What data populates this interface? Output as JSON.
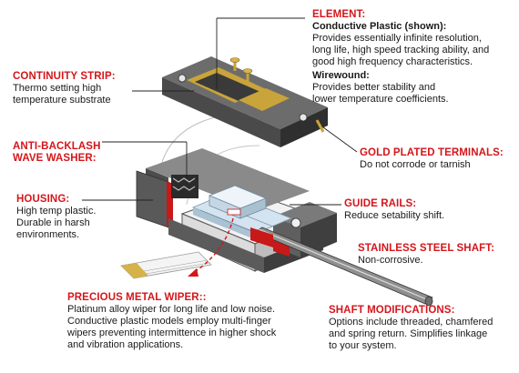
{
  "colors": {
    "heading_red": "#d4161b",
    "housing_gray": "#6f6f6f",
    "housing_dark": "#3c3c3c",
    "gold": "#c9a43a",
    "insert_blue": "#cfe0ee",
    "text": "#1a1a1a"
  },
  "callouts": {
    "element": {
      "title": "ELEMENT:",
      "conductive_title": "Conductive Plastic (shown):",
      "conductive_body": [
        "Provides essentially infinite resolution,",
        "long life, high speed tracking ability, and",
        "good high frequency characteristics."
      ],
      "wirewound_title": "Wirewound:",
      "wirewound_body": [
        "Provides better stability and",
        "lower temperature coefficients."
      ]
    },
    "continuity_strip": {
      "title": "CONTINUITY STRIP:",
      "body": [
        "Thermo setting high",
        "temperature substrate"
      ]
    },
    "anti_backlash": {
      "title_lines": [
        "ANTI-BACKLASH",
        "WAVE WASHER:"
      ]
    },
    "gold_terminals": {
      "title": "GOLD PLATED TERMINALS:",
      "body": [
        "Do not corrode or tarnish"
      ]
    },
    "housing": {
      "title": "HOUSING:",
      "body": [
        "High temp plastic.",
        "Durable in harsh",
        "environments."
      ]
    },
    "guide_rails": {
      "title": "GUIDE RAILS:",
      "body": [
        "Reduce setability shift."
      ]
    },
    "shaft": {
      "title": "STAINLESS STEEL SHAFT:",
      "body": [
        "Non-corrosive."
      ]
    },
    "wiper": {
      "title": "PRECIOUS METAL WIPER::",
      "body": [
        "Platinum alloy wiper for long life and low noise.",
        "Conductive plastic models employ multi-finger",
        "wipers preventing intermittence in higher shock",
        "and vibration applications."
      ]
    },
    "shaft_mods": {
      "title": "SHAFT MODIFICATIONS:",
      "body": [
        "Options include threaded, chamfered",
        "and spring return. Simplifies linkage",
        "to your system."
      ]
    }
  }
}
